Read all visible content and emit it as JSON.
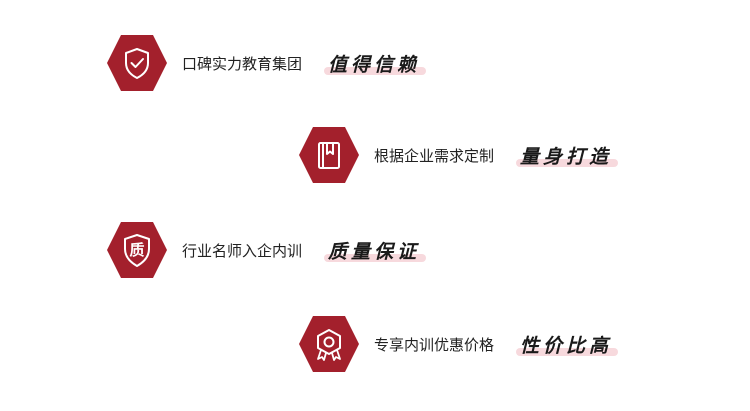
{
  "colors": {
    "accent": "#a3202c",
    "highlight": "#f7d9dd",
    "text": "#222222"
  },
  "features": [
    {
      "icon": "shield-check-icon",
      "description": "口碑实力教育集团",
      "tagline": "值得信赖"
    },
    {
      "icon": "bookmark-book-icon",
      "description": "根据企业需求定制",
      "tagline": "量身打造"
    },
    {
      "icon": "quality-shield-icon",
      "icon_text": "质",
      "description": "行业名师入企内训",
      "tagline": "质量保证"
    },
    {
      "icon": "award-medal-icon",
      "description": "专享内训优惠价格",
      "tagline": "性价比高"
    }
  ]
}
